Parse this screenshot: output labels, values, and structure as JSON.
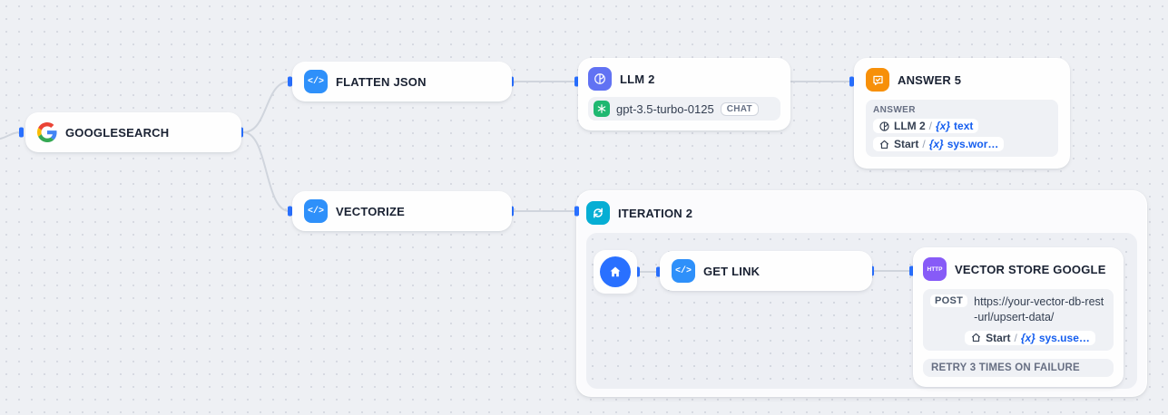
{
  "canvas": {
    "bg": "#eef0f4",
    "dot_color": "#d5d8e0",
    "edge_color": "#d0d5dd",
    "handle_color": "#2970ff"
  },
  "icons": {
    "code": "</>",
    "http": "HTTP"
  },
  "nodes": {
    "googlesearch": {
      "title": "GOOGLESEARCH"
    },
    "flatten_json": {
      "title": "FLATTEN JSON"
    },
    "vectorize": {
      "title": "VECTORIZE"
    },
    "llm2": {
      "title": "LLM 2",
      "model": "gpt-3.5-turbo-0125",
      "mode_badge": "CHAT"
    },
    "answer5": {
      "title": "ANSWER 5",
      "section_label": "ANSWER",
      "rows": [
        {
          "source": "LLM 2",
          "sep": "/",
          "fx": "{x}",
          "var": "text"
        },
        {
          "source": "Start",
          "sep": "/",
          "fx": "{x}",
          "var": "sys.wor…"
        }
      ]
    },
    "iteration2": {
      "title": "ITERATION 2"
    },
    "get_link": {
      "title": "GET LINK"
    },
    "vector_store": {
      "title": "VECTOR STORE GOOGLE",
      "icon_label": "HTTP",
      "method": "POST",
      "url": "https://your-vector-db-rest-url/upsert-data/",
      "row": {
        "source": "Start",
        "sep": "/",
        "fx": "{x}",
        "var": "sys.use…"
      },
      "retry_label": "RETRY 3 TIMES ON FAILURE"
    }
  }
}
